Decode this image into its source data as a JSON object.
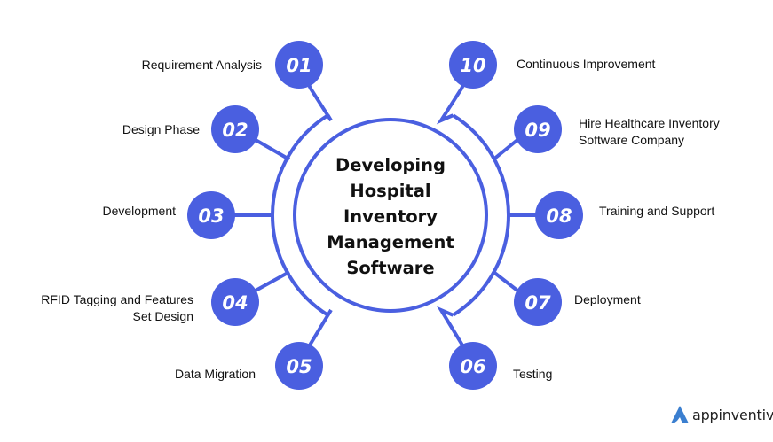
{
  "colors": {
    "accent": "#4a5fe0",
    "text": "#111111",
    "logo_mark": "#3b7fd0",
    "background": "#ffffff"
  },
  "title_lines": [
    "Developing",
    "Hospital",
    "Inventory",
    "Management",
    "Software"
  ],
  "steps": [
    {
      "number": "01",
      "label_lines": [
        "Requirement Analysis"
      ],
      "side": "left"
    },
    {
      "number": "02",
      "label_lines": [
        "Design Phase"
      ],
      "side": "left"
    },
    {
      "number": "03",
      "label_lines": [
        "Development"
      ],
      "side": "left"
    },
    {
      "number": "04",
      "label_lines": [
        "RFID Tagging and Features",
        "Set Design"
      ],
      "side": "left"
    },
    {
      "number": "05",
      "label_lines": [
        "Data Migration"
      ],
      "side": "left"
    },
    {
      "number": "06",
      "label_lines": [
        "Testing"
      ],
      "side": "right"
    },
    {
      "number": "07",
      "label_lines": [
        "Deployment"
      ],
      "side": "right"
    },
    {
      "number": "08",
      "label_lines": [
        "Training and Support"
      ],
      "side": "right"
    },
    {
      "number": "09",
      "label_lines": [
        "Hire Healthcare Inventory",
        "Software Company"
      ],
      "side": "right"
    },
    {
      "number": "10",
      "label_lines": [
        "Continuous Improvement"
      ],
      "side": "right"
    }
  ],
  "logo": {
    "icon": "appinventiv-logo-mark",
    "text": "appinventiv"
  }
}
